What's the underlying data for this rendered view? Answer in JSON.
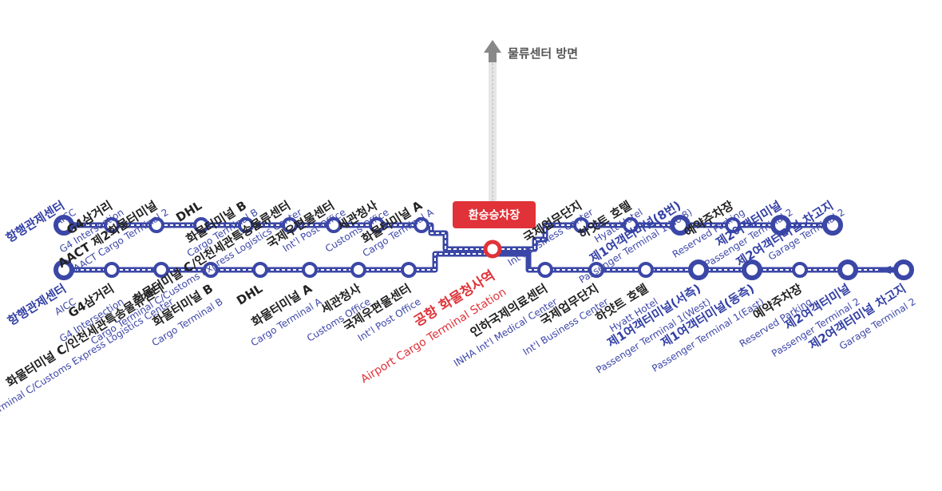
{
  "colors": {
    "line": "#3b47a6",
    "station": "#e03238",
    "label_ko": "#222222",
    "label_en": "#3c46a8",
    "direction": "#8a8a8a"
  },
  "direction_label": "물류센터 방면",
  "transfer_label": "환승승차장",
  "top_stops": [
    {
      "ko": "항행관제센터",
      "en": "AICC",
      "type": "terminus",
      "accent": true
    },
    {
      "ko": "G4삼거리",
      "en": "G4 Intersection",
      "type": "regular"
    },
    {
      "ko": "AACT 제2화물터미널",
      "en": "AACT Cargo Terminal 2",
      "type": "regular"
    },
    {
      "ko": "DHL",
      "en": "",
      "type": "regular"
    },
    {
      "ko": "화물터미널 B",
      "en": "Cargo Terminal B",
      "type": "regular"
    },
    {
      "ko": "화물터미널 C/인천세관특송물류센터",
      "en": "Cargo Terminal C/Customs Express Logistics Center",
      "type": "regular"
    },
    {
      "ko": "국제우편물센터",
      "en": "Int'l Post Office",
      "type": "regular"
    },
    {
      "ko": "세관청사",
      "en": "Customs Office",
      "type": "regular"
    },
    {
      "ko": "화물터미널 A",
      "en": "Cargo Terminal A",
      "type": "regular"
    },
    {
      "ko": "국제업무단지",
      "en": "Int'l Business Center",
      "type": "regular"
    },
    {
      "ko": "하얏트 호텔",
      "en": "Hyatt Hotel",
      "type": "regular"
    },
    {
      "ko": "제1여객터미널(8번)",
      "en": "Passenger Terminal 1(No.8)",
      "type": "major",
      "accent": true
    },
    {
      "ko": "예약주차장",
      "en": "Reserved Parking",
      "type": "regular"
    },
    {
      "ko": "제2여객터미널",
      "en": "Passenger Terminal 2",
      "type": "major",
      "accent": true
    },
    {
      "ko": "제2여객터미널 차고지",
      "en": "Garage Terminal 2",
      "type": "major",
      "accent": true
    }
  ],
  "bottom_stops": [
    {
      "ko": "항행관제센터",
      "en": "AICC",
      "type": "terminus",
      "accent": true
    },
    {
      "ko": "G4삼거리",
      "en": "G4 Intersection",
      "type": "regular"
    },
    {
      "ko": "화물터미널 C/인천세관특송물류센터",
      "en": "Cargo Terminal C/Customs Express Logistics Center",
      "type": "regular"
    },
    {
      "ko": "화물터미널 B",
      "en": "Cargo Terminal B",
      "type": "regular"
    },
    {
      "ko": "DHL",
      "en": "",
      "type": "regular"
    },
    {
      "ko": "화물터미널 A",
      "en": "Cargo Terminal A",
      "type": "regular"
    },
    {
      "ko": "세관청사",
      "en": "Customs Office",
      "type": "regular"
    },
    {
      "ko": "국제우편물센터",
      "en": "Int'l Post Office",
      "type": "regular"
    },
    {
      "ko": "공항 화물청사역",
      "en": "Airport Cargo Terminal Station",
      "type": "station"
    },
    {
      "ko": "인하국제의료센터",
      "en": "INHA Int'l Medical Center",
      "type": "regular"
    },
    {
      "ko": "국제업무단지",
      "en": "Int'l Business Center",
      "type": "regular"
    },
    {
      "ko": "하얏트 호텔",
      "en": "Hyatt Hotel",
      "type": "regular"
    },
    {
      "ko": "제1여객터미널(서측)",
      "en": "Passenger Terminal 1(West)",
      "type": "major",
      "accent": true
    },
    {
      "ko": "제1여객터미널(동측)",
      "en": "Passenger Terminal 1(East)",
      "type": "major",
      "accent": true
    },
    {
      "ko": "예약주차장",
      "en": "Reserved Parking",
      "type": "regular"
    },
    {
      "ko": "제2여객터미널",
      "en": "Passenger Terminal 2",
      "type": "major",
      "accent": true
    },
    {
      "ko": "제2여객터미널 차고지",
      "en": "Garage Terminal 2",
      "type": "major",
      "accent": true
    }
  ]
}
